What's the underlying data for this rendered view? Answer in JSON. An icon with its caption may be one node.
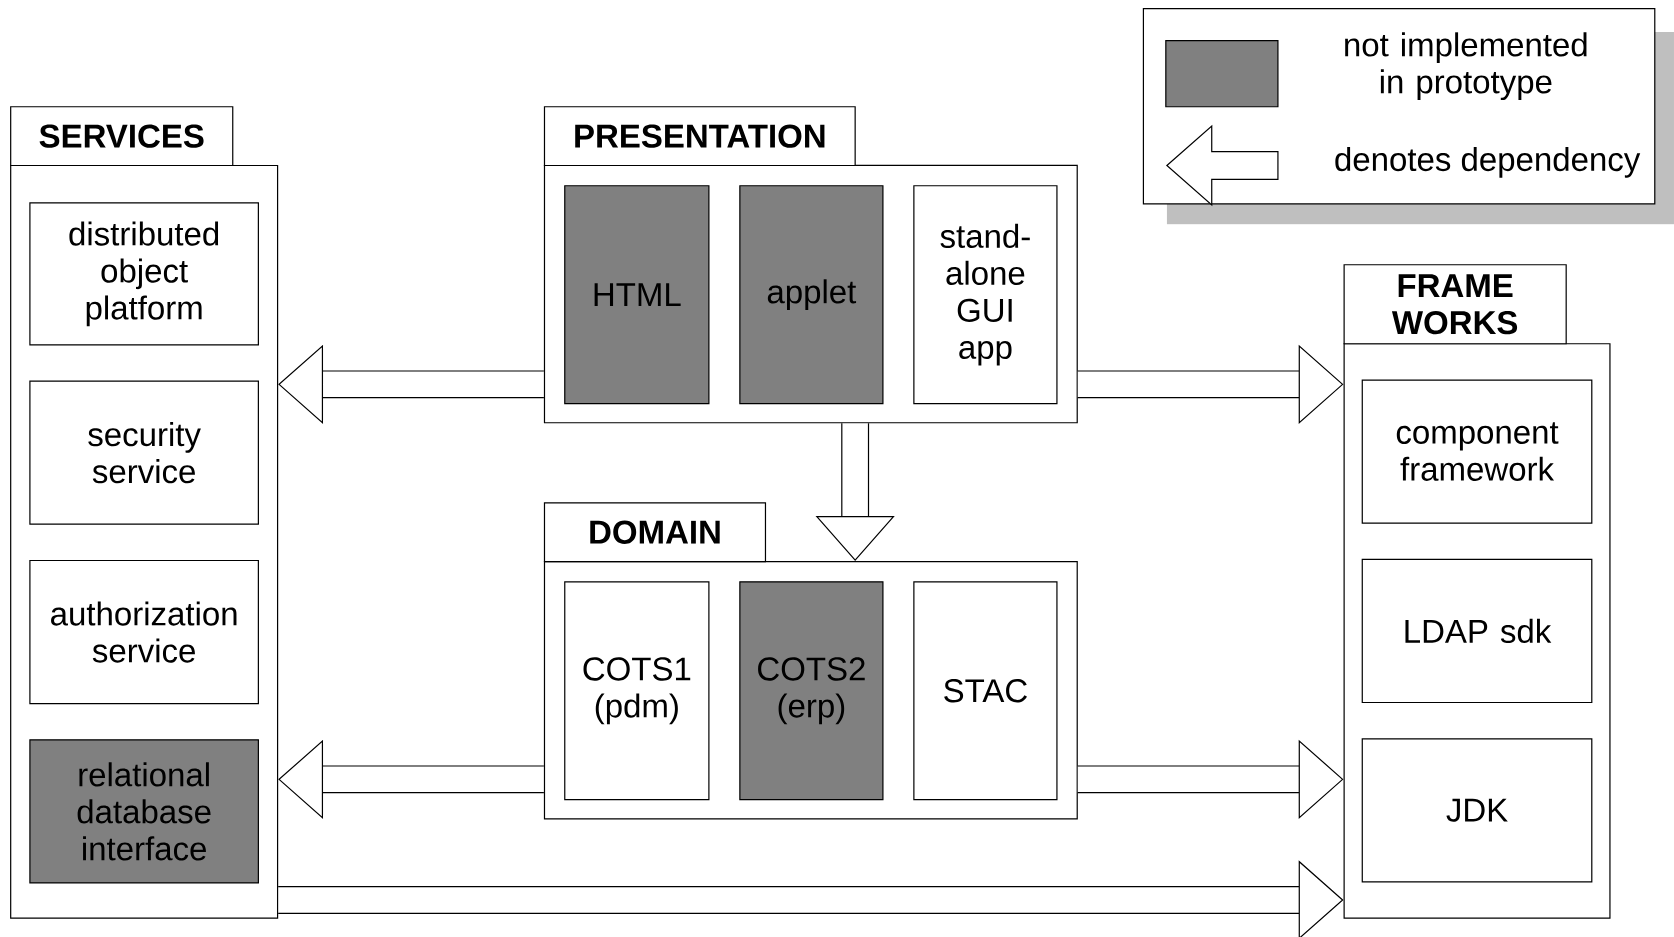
{
  "diagram": {
    "nodes": [
      {
        "text": [
          "SERVICES"
        ]
      },
      {
        "text": [
          "distributed object platform"
        ],
        "in": 0
      },
      {
        "text": [
          "security service"
        ],
        "in": 0
      },
      {
        "text": [
          "authorization service"
        ],
        "in": 0
      },
      {
        "text": [
          "relational database interface"
        ],
        "in": 0
      },
      {
        "text": [
          "PRESENTATION"
        ]
      },
      {
        "text": [
          "HTML"
        ],
        "in": 5
      },
      {
        "text": [
          "applet"
        ],
        "in": 5
      },
      {
        "text": [
          "stand-alone GUI app"
        ],
        "in": 5
      },
      {
        "text": [
          "DOMAIN"
        ]
      },
      {
        "text": [
          "COTS1 (pdm)"
        ],
        "in": 9
      },
      {
        "text": [
          "COTS2 (erp)"
        ],
        "in": 9
      },
      {
        "text": [
          "STAC"
        ],
        "in": 9
      },
      {
        "text": [
          "FRAME WORKS"
        ]
      },
      {
        "text": [
          "component framework"
        ],
        "in": 13
      },
      {
        "text": [
          "LDAP sdk"
        ],
        "in": 13
      },
      {
        "text": [
          "JDK"
        ],
        "in": 13
      }
    ],
    "edges": [
      {
        "from": 5,
        "to": 0,
        "arrow": "to"
      },
      {
        "from": 5,
        "to": 13,
        "arrow": "to"
      },
      {
        "from": 5,
        "to": 9,
        "arrow": "to"
      },
      {
        "from": 9,
        "to": 0,
        "arrow": "to"
      },
      {
        "from": 9,
        "to": 13,
        "arrow": "to"
      },
      {
        "from": 0,
        "to": 13,
        "arrow": "to"
      }
    ],
    "legend": [
      {
        "text": "not implemented in prototype",
        "color": "#808080"
      },
      {
        "text": "denotes dependency"
      }
    ]
  }
}
